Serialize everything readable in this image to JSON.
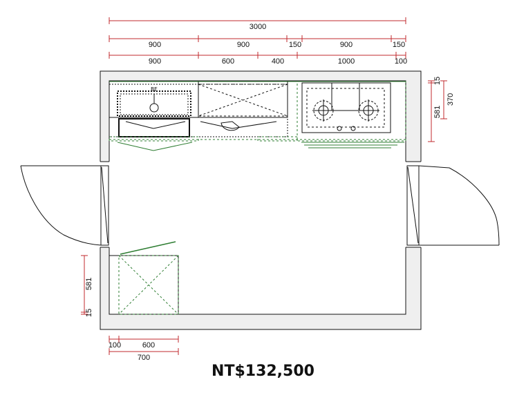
{
  "dimensions": {
    "top_total": "3000",
    "top_row1": [
      "900",
      "900",
      "150",
      "900",
      "150"
    ],
    "top_row2": [
      "900",
      "600",
      "400",
      "1000",
      "100"
    ],
    "right_side": [
      "15",
      "370",
      "581"
    ],
    "left_side": [
      "581",
      "15"
    ],
    "bottom_row1": [
      "100",
      "600"
    ],
    "bottom_total": "700"
  },
  "sink_label": "BE",
  "price": "NT$132,500",
  "colors": {
    "dimension_line": "#c0282d",
    "cabinet_green": "#2e7d32",
    "wall_fill": "#efefef",
    "outline": "#111111"
  }
}
